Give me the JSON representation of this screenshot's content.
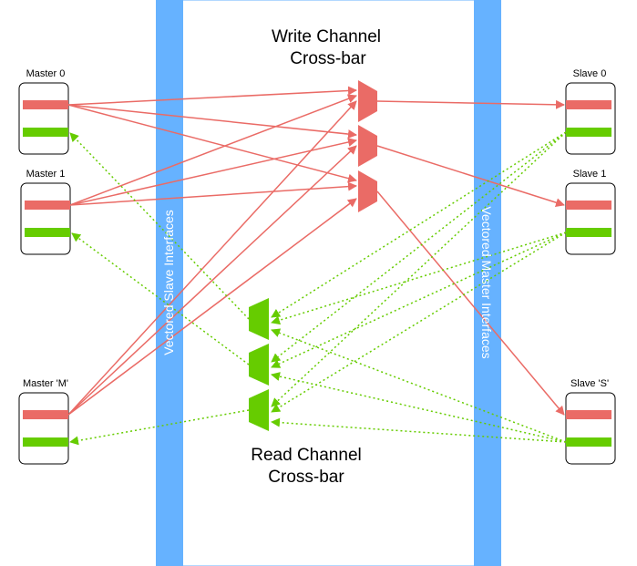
{
  "colors": {
    "write": "#ea6b66",
    "read": "#66cc00",
    "interface_bar": "#66b2ff",
    "box_stroke": "#000000"
  },
  "titles": {
    "write_line1": "Write Channel",
    "write_line2": "Cross-bar",
    "read_line1": "Read Channel",
    "read_line2": "Cross-bar"
  },
  "bars": {
    "slave_interfaces": "Vectored Slave Interfaces",
    "master_interfaces": "Vectored Master Interfaces"
  },
  "masters": [
    {
      "label": "Master 0"
    },
    {
      "label": "Master 1"
    },
    {
      "label": "Master 'M'"
    }
  ],
  "slaves": [
    {
      "label": "Slave 0"
    },
    {
      "label": "Slave 1"
    },
    {
      "label": "Slave 'S'"
    }
  ]
}
